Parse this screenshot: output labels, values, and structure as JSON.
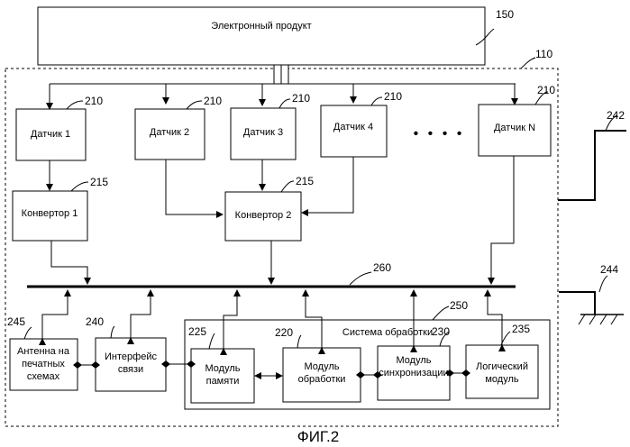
{
  "product": {
    "label": "Электронный продукт",
    "ref": "150"
  },
  "system_ref": "110",
  "sensors": [
    {
      "label": "Датчик 1",
      "ref": "210"
    },
    {
      "label": "Датчик 2",
      "ref": "210"
    },
    {
      "label": "Датчик 3",
      "ref": "210"
    },
    {
      "label": "Датчик 4",
      "ref": "210"
    },
    {
      "label": "Датчик N",
      "ref": "210"
    }
  ],
  "ellipsis": "• • • •",
  "converters": [
    {
      "label": "Конвертор 1",
      "ref": "215"
    },
    {
      "label": "Конвертор 2",
      "ref": "215"
    }
  ],
  "bus_ref": "260",
  "processing": {
    "label": "Система обработки",
    "ref": "250"
  },
  "antenna": {
    "line1": "Антенна на",
    "line2": "печатных",
    "line3": "схемах",
    "ref": "245"
  },
  "interface": {
    "line1": "Интерфейс",
    "line2": "связи",
    "ref": "240"
  },
  "memory": {
    "line1": "Модуль",
    "line2": "памяти",
    "ref": "225"
  },
  "proc_module": {
    "line1": "Модуль",
    "line2": "обработки",
    "ref": "220"
  },
  "sync": {
    "line1": "Модуль",
    "line2": "синхронизации",
    "ref": "230"
  },
  "logic": {
    "line1": "Логический",
    "line2": "модуль",
    "ref": "235"
  },
  "ext_ref_top": "242",
  "ext_ref_bottom": "244",
  "figure_caption": "ФИГ.2"
}
